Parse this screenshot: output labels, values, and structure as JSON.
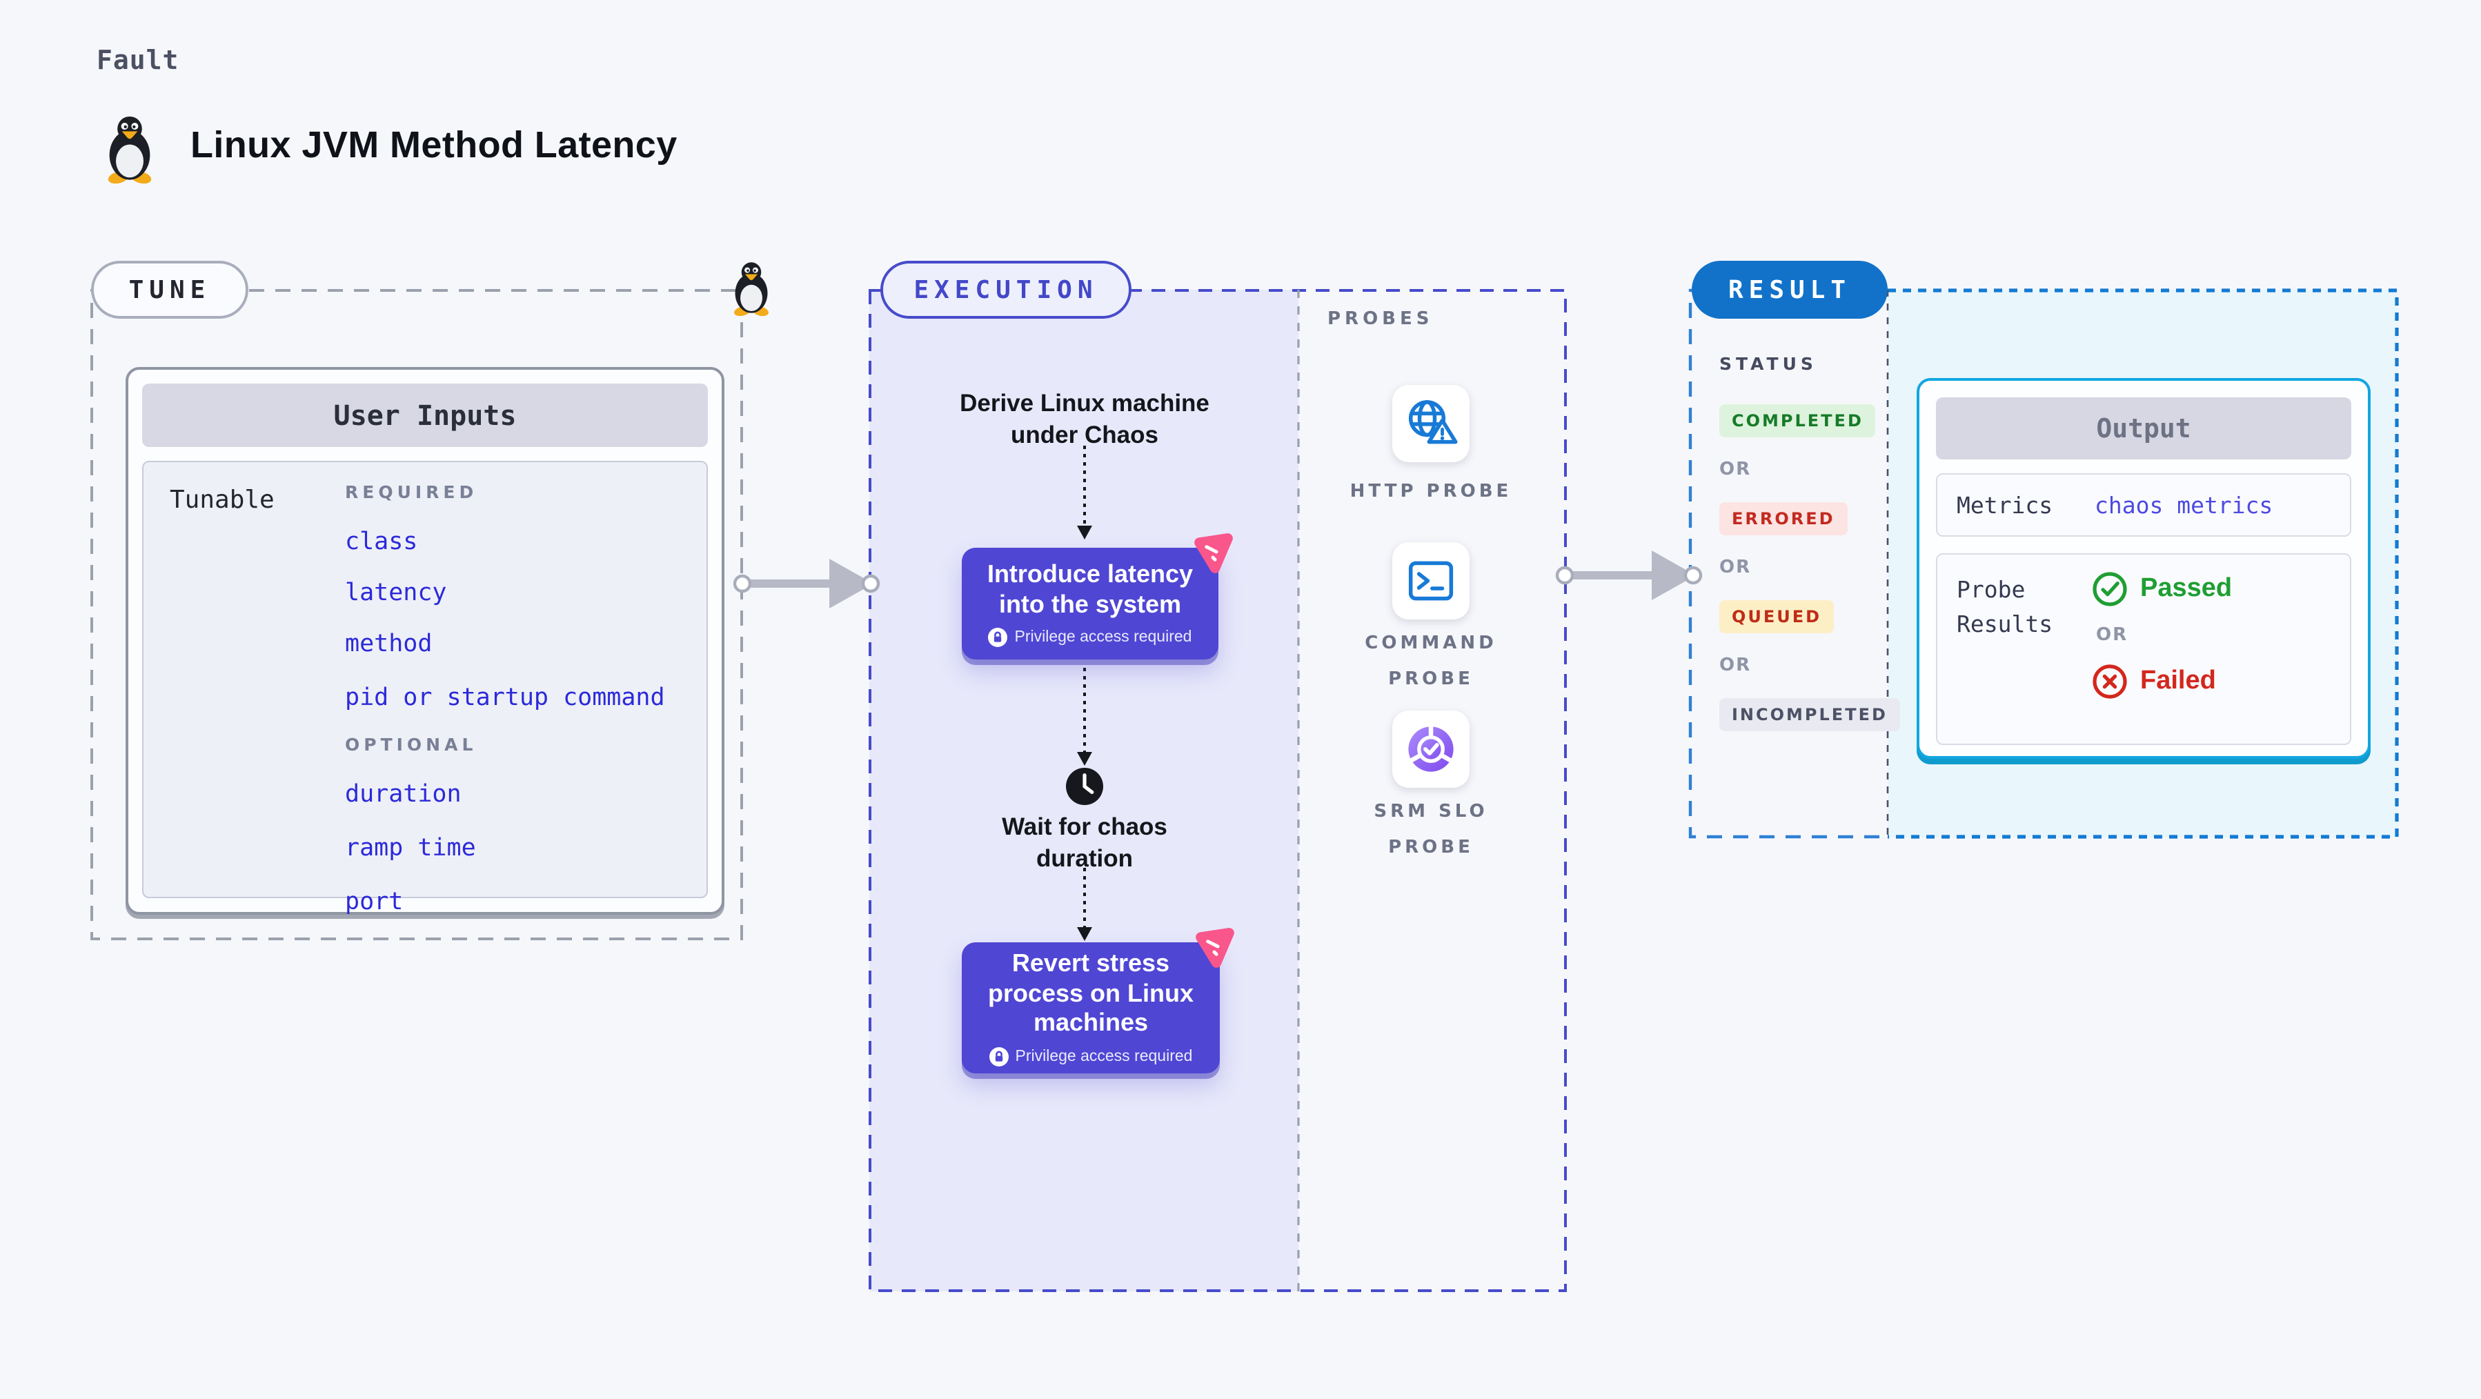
{
  "page": {
    "kicker": "Fault",
    "title": "Linux JVM Method Latency"
  },
  "tune": {
    "label": "TUNE",
    "card_title": "User Inputs",
    "row_label": "Tunable",
    "required_label": "REQUIRED",
    "required_items": [
      "class",
      "latency",
      "method",
      "pid or startup command"
    ],
    "optional_label": "OPTIONAL",
    "optional_items": [
      "duration",
      "ramp time",
      "port"
    ]
  },
  "execution": {
    "label": "EXECUTION",
    "derive_text": "Derive Linux machine\nunder Chaos",
    "introduce_text": "Introduce latency\ninto the system",
    "wait_text": "Wait for chaos\nduration",
    "revert_text": "Revert stress\nprocess on Linux\nmachines",
    "privilege_note": "Privilege access required"
  },
  "probes": {
    "label": "PROBES",
    "items": [
      {
        "name": "HTTP PROBE",
        "icon": "globe-alert-icon"
      },
      {
        "name": "COMMAND\nPROBE",
        "icon": "terminal-icon"
      },
      {
        "name": "SRM SLO\nPROBE",
        "icon": "slo-pie-check-icon"
      }
    ]
  },
  "result": {
    "label": "RESULT",
    "status_label": "STATUS",
    "or_label": "OR",
    "statuses": [
      "COMPLETED",
      "ERRORED",
      "QUEUED",
      "INCOMPLETED"
    ],
    "output": {
      "title": "Output",
      "metrics_label": "Metrics",
      "metrics_value": "chaos metrics",
      "probe_results_label": "Probe\nResults",
      "passed_label": "Passed",
      "failed_label": "Failed"
    }
  },
  "colors": {
    "page_bg": "#f6f7fb",
    "lavender_bg": "#e7e8fa",
    "indigo_accent": "#4f46d4",
    "indigo_dash": "#474bca",
    "gray_dash": "#9aa1ad",
    "pink_accent": "#f9568b",
    "probe_icon_blue": "#187ad6",
    "result_blue": "#1272c9",
    "output_border_cyan": "#12a6e1",
    "output_bg_cyan": "#e9f6fc",
    "link_blue": "#2c2ad9",
    "passed_green": "#1f9e33",
    "failed_red": "#d3271d"
  }
}
